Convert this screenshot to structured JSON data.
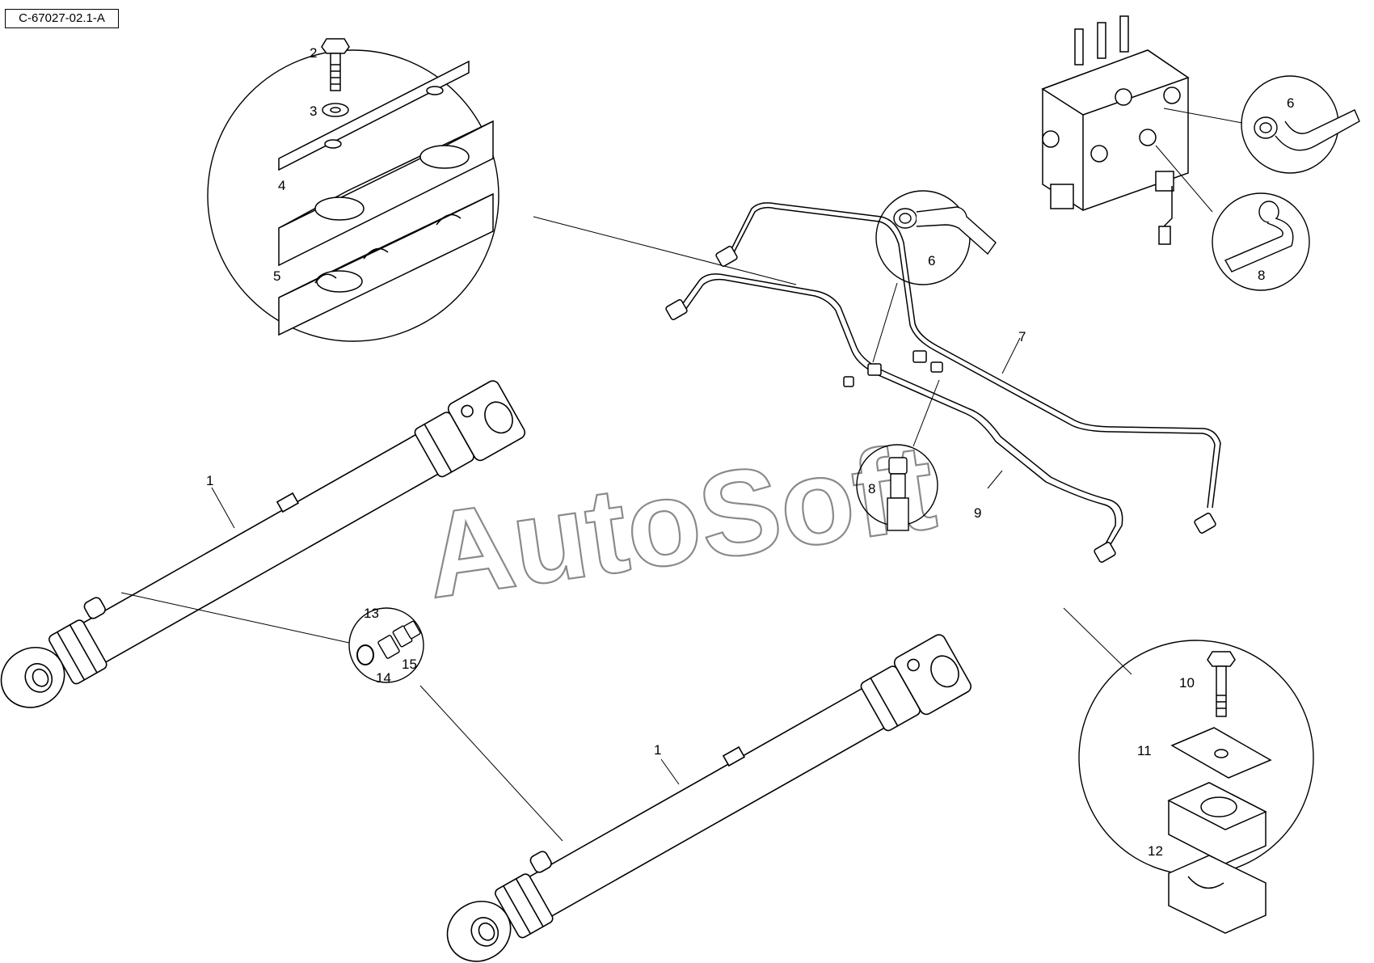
{
  "figure_id": "C-67027-02.1-A",
  "watermark": "AutoSoft",
  "callouts": {
    "c1a": "1",
    "c1b": "1",
    "c2": "2",
    "c3": "3",
    "c4": "4",
    "c5": "5",
    "c6a": "6",
    "c6b": "6",
    "c7": "7",
    "c8a": "8",
    "c8b": "8",
    "c9": "9",
    "c10": "10",
    "c11": "11",
    "c12": "12",
    "c13": "13",
    "c14": "14",
    "c15": "15"
  },
  "colors": {
    "line": "#000000",
    "watermark": "#8a8a8a"
  }
}
